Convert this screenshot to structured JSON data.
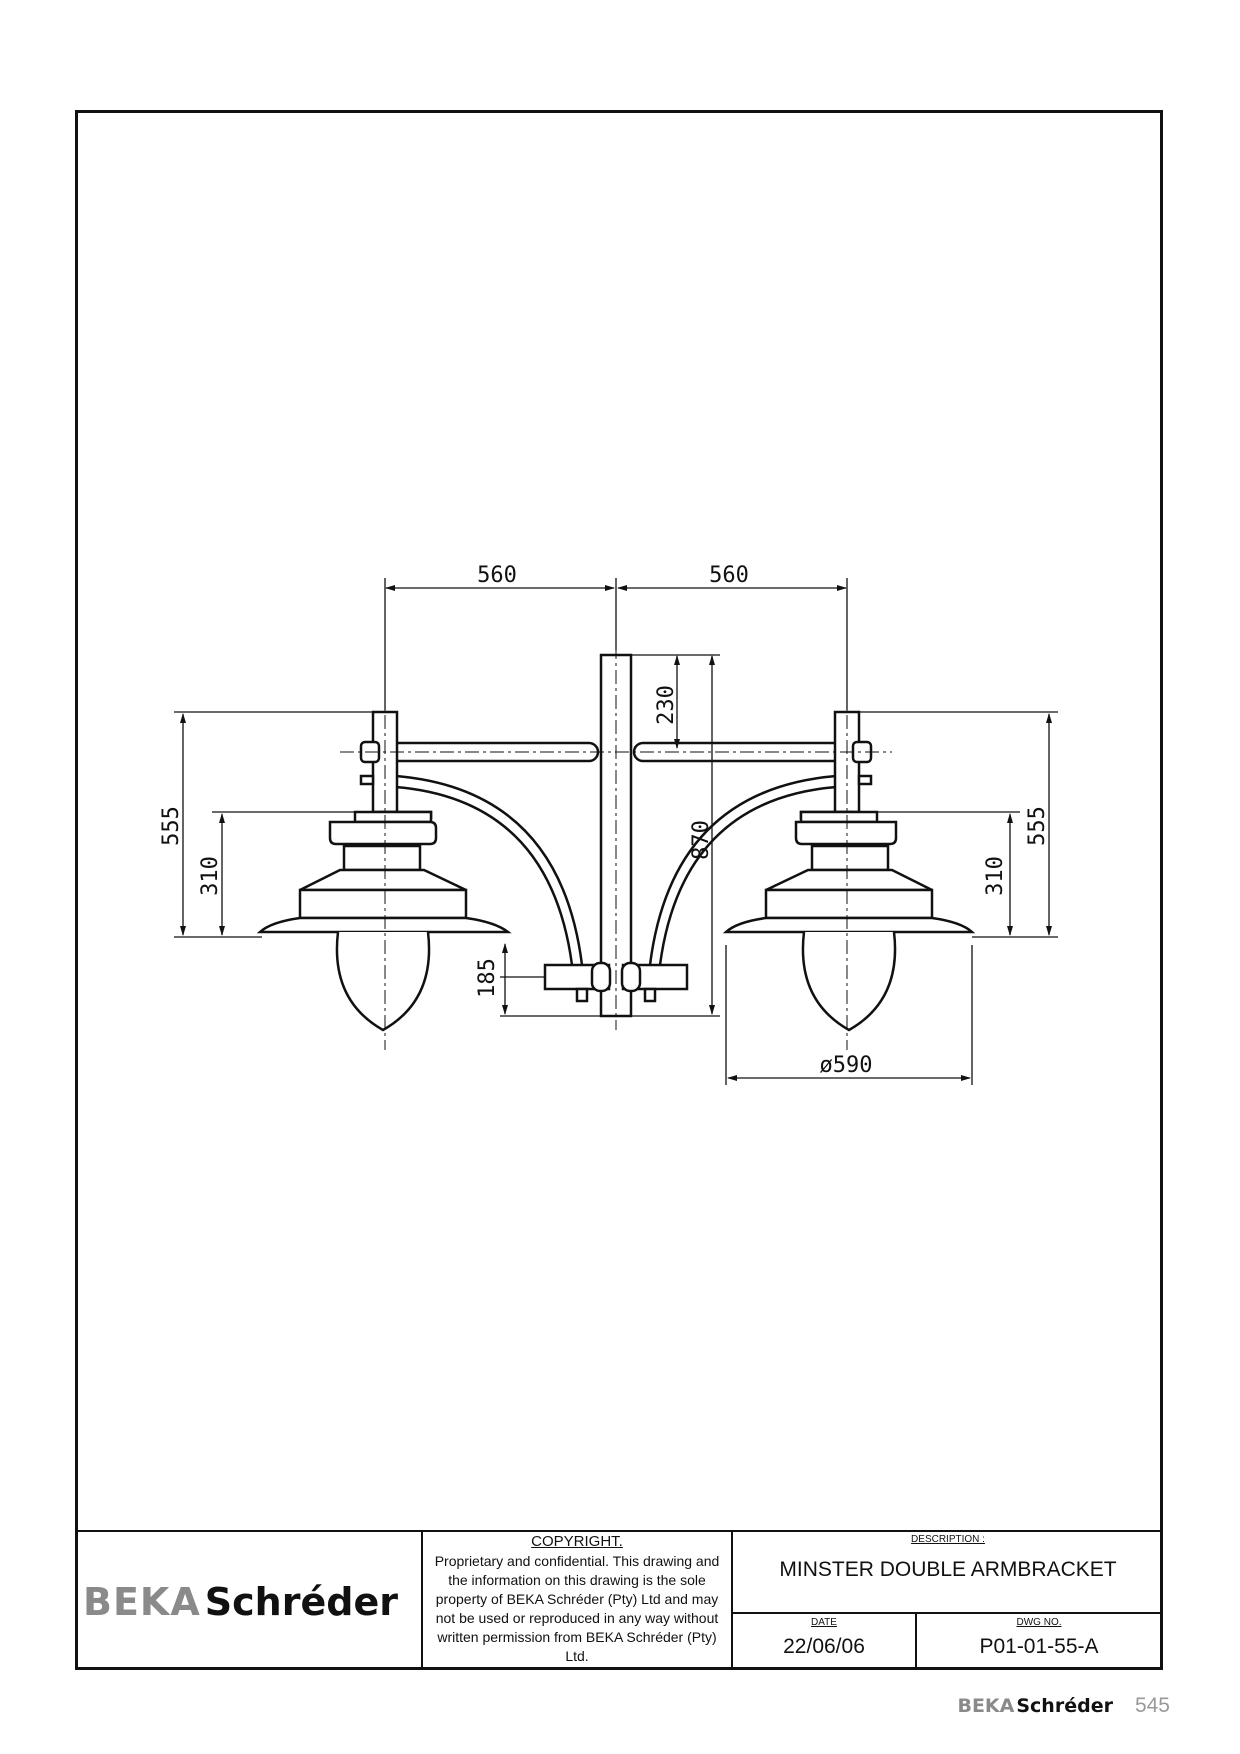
{
  "drawing": {
    "dimensions": {
      "left_span": "560",
      "right_span": "560",
      "top_offset": "230",
      "total_height": "870",
      "left_outer": "555",
      "left_inner": "310",
      "right_outer": "555",
      "right_inner": "310",
      "bottom_bracket": "185",
      "lantern_diameter": "ø590"
    }
  },
  "title_block": {
    "logo": {
      "part1": "BEKA",
      "part2": "Schréder"
    },
    "copyright_heading": "COPYRIGHT.",
    "copyright_text": "Proprietary and confidential. This drawing and the information on this drawing is the sole property of BEKA Schréder (Pty) Ltd and may not be used or reproduced in any way without written permission from BEKA Schréder (Pty) Ltd.",
    "description_label": "DESCRIPTION :",
    "description": "MINSTER DOUBLE ARMBRACKET",
    "date_label": "DATE",
    "date": "22/06/06",
    "dwg_label": "DWG NO.",
    "dwg_no": "P01-01-55-A"
  },
  "footer": {
    "logo_part1": "BEKA",
    "logo_part2": "Schréder",
    "page_number": "545"
  }
}
